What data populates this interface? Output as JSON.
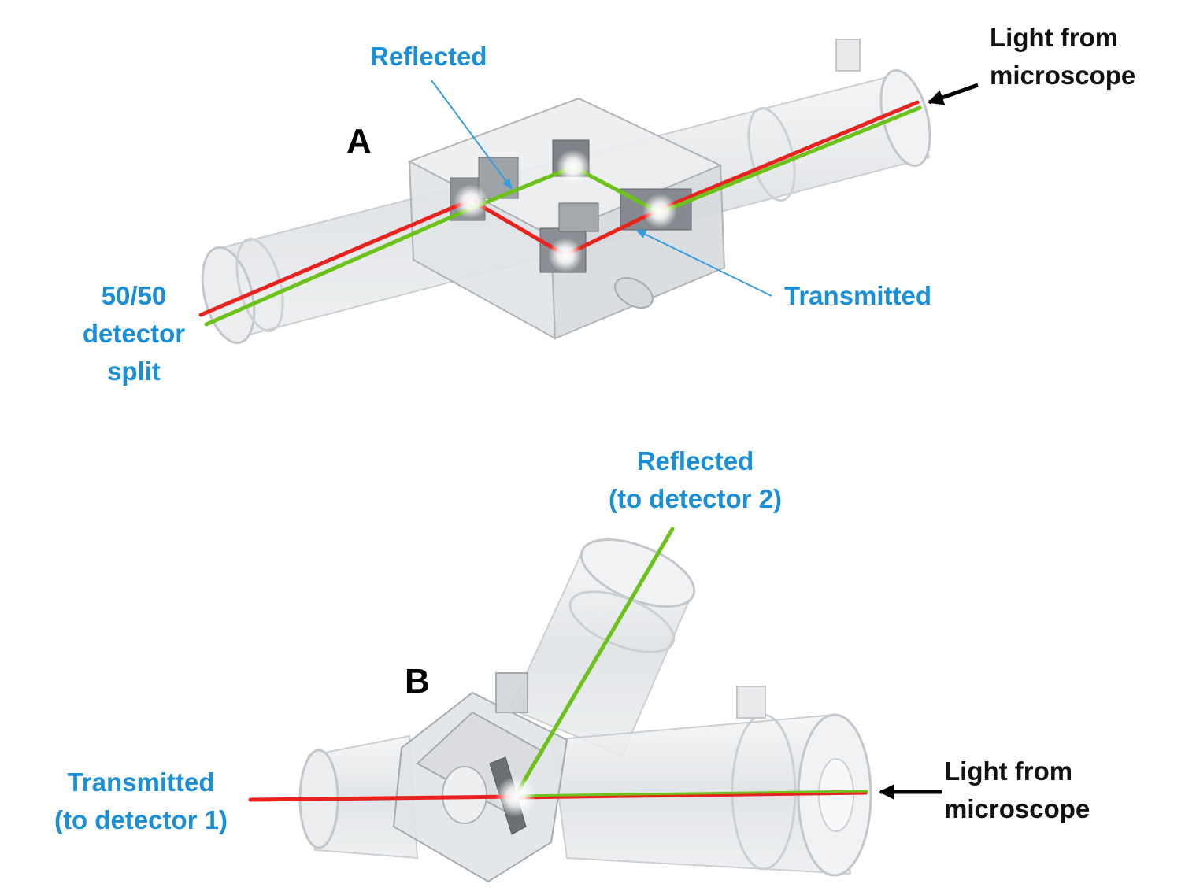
{
  "panel_a": {
    "panel_letter": "A",
    "label_reflected": "Reflected",
    "label_transmitted": "Transmitted",
    "label_split": [
      "50/50",
      "detector",
      "split"
    ],
    "label_light": [
      "Light from",
      "microscope"
    ]
  },
  "panel_b": {
    "panel_letter": "B",
    "label_reflected": [
      "Reflected",
      "(to detector 2)"
    ],
    "label_transmitted": [
      "Transmitted",
      "(to detector 1)"
    ],
    "label_light": [
      "Light from",
      "microscope"
    ]
  },
  "colors": {
    "label_blue": "#1b8fd6",
    "beam_red": "#e8231f",
    "beam_green": "#6cc218",
    "housing": "#d9dcdf"
  }
}
